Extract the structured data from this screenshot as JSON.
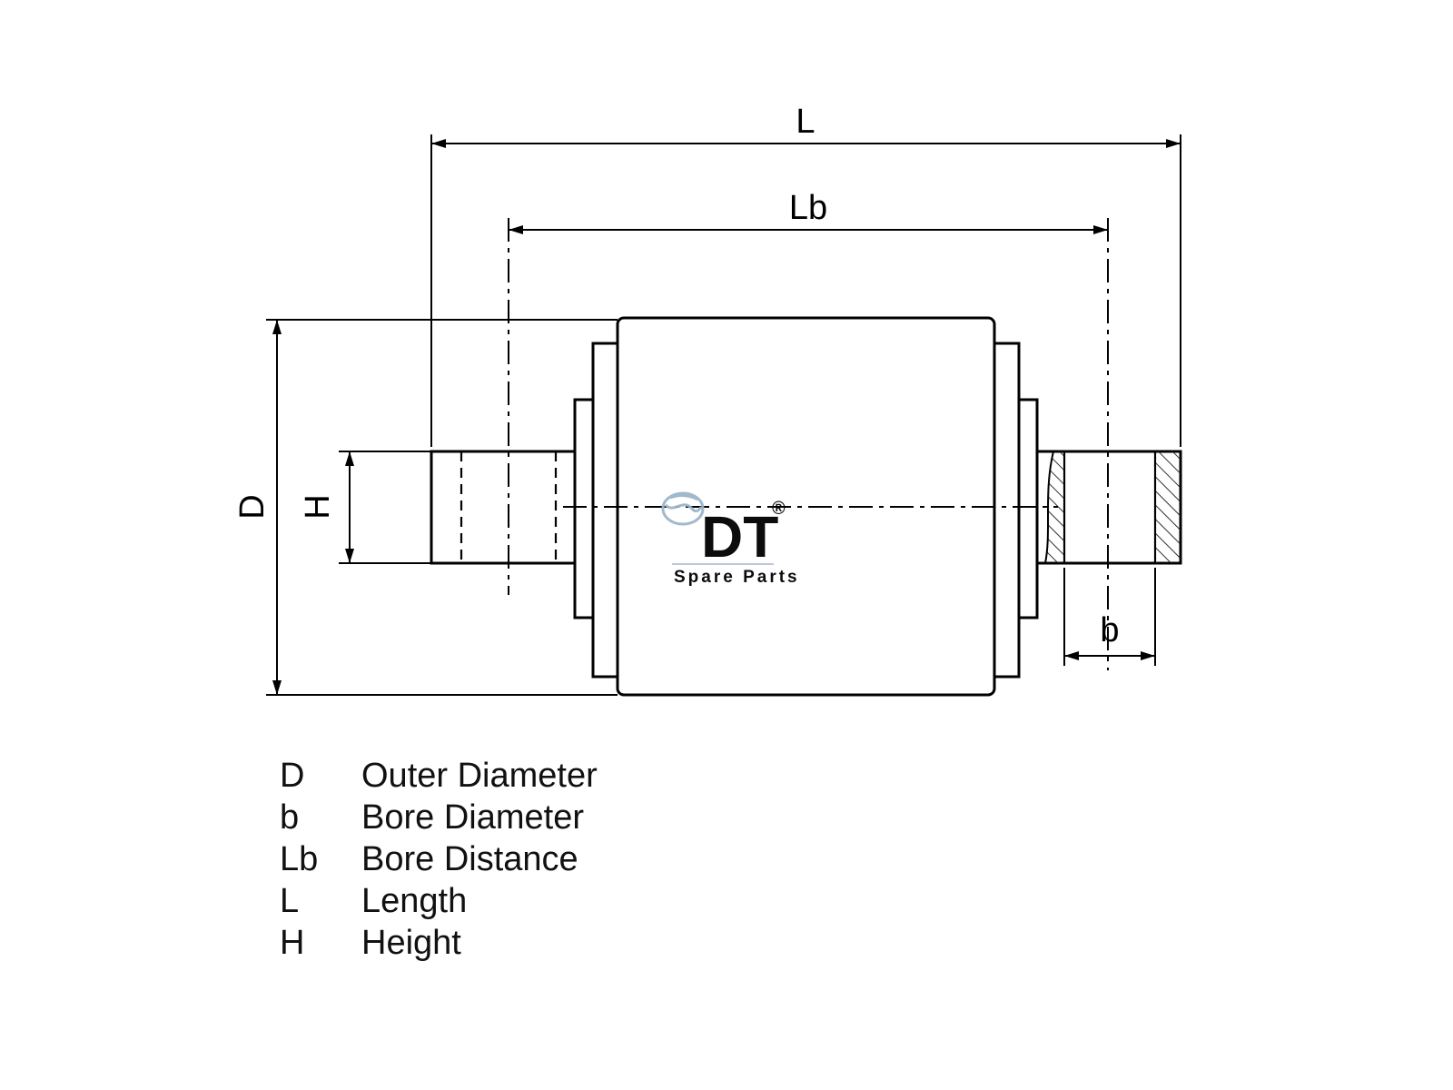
{
  "page": {
    "background": "#ffffff",
    "line_color": "#000000"
  },
  "diagram": {
    "dimension_labels": {
      "length": "L",
      "bore_distance": "Lb",
      "outer_diameter": "D",
      "height": "H",
      "bore_diameter": "b"
    },
    "legend": {
      "rows": [
        {
          "symbol": "D",
          "description": "Outer Diameter"
        },
        {
          "symbol": "b",
          "description": "Bore Diameter"
        },
        {
          "symbol": "Lb",
          "description": "Bore Distance"
        },
        {
          "symbol": "L",
          "description": "Length"
        },
        {
          "symbol": "H",
          "description": "Height"
        }
      ]
    },
    "watermark": {
      "brand": "DT",
      "registered_mark": "®",
      "subtitle": "Spare Parts",
      "brand_color": "#9db6cb",
      "subtitle_color": "#b9b9b9"
    }
  }
}
